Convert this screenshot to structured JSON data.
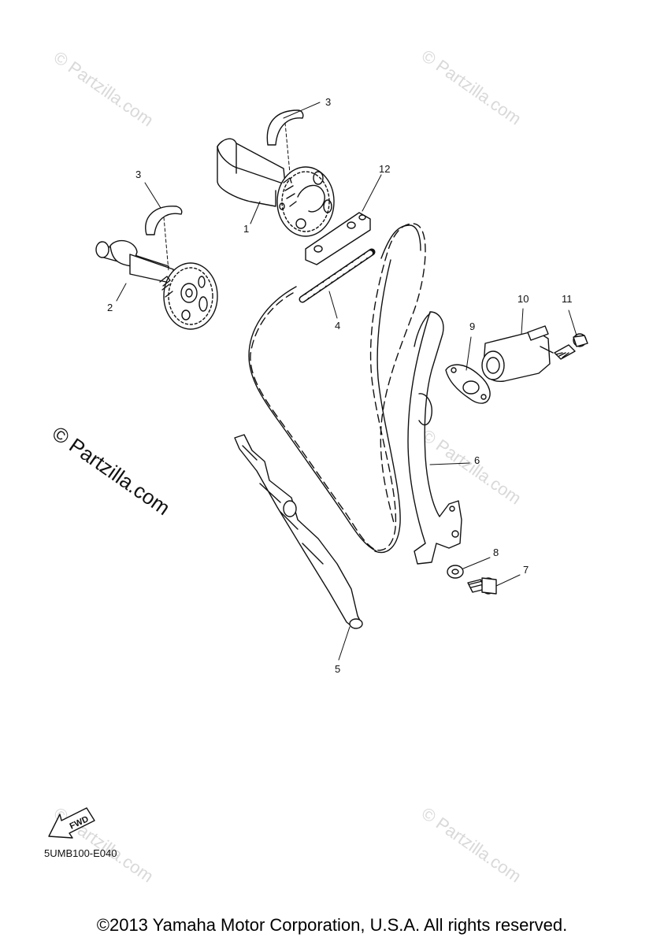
{
  "callouts": {
    "c1": "1",
    "c2": "2",
    "c3a": "3",
    "c3b": "3",
    "c4": "4",
    "c5": "5",
    "c6": "6",
    "c7": "7",
    "c8": "8",
    "c9": "9",
    "c10": "10",
    "c11": "11",
    "c12": "12"
  },
  "watermark": {
    "small": "© Partzilla.com",
    "large": "© Partzilla.com"
  },
  "fwd_label": "FWD",
  "diagram_code": "5UMB100-E040",
  "copyright": "©2013 Yamaha Motor Corporation, U.S.A. All rights reserved."
}
